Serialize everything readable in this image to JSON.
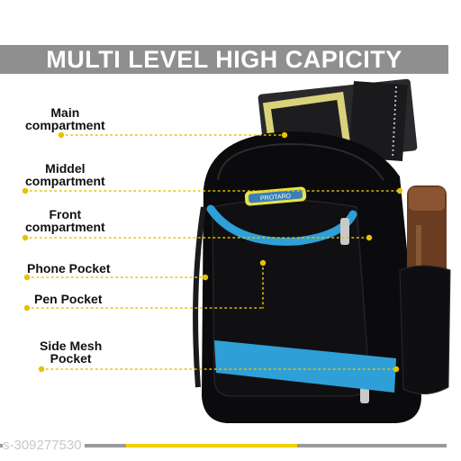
{
  "banner": {
    "title": "MULTI LEVEL HIGH CAPICITY"
  },
  "labels": {
    "main": [
      "Main",
      "compartment"
    ],
    "middle": [
      "Middel",
      "compartment"
    ],
    "front": [
      "Front",
      "compartment"
    ],
    "phone": [
      "Phone Pocket"
    ],
    "pen": [
      "Pen Pocket"
    ],
    "side_mesh": [
      "Side Mesh",
      "Pocket"
    ]
  },
  "bag": {
    "brand_patch": "PROTARO"
  },
  "watermark": "s-309277530",
  "colors": {
    "banner": "#8f8f8f",
    "bag_body": "#0b0b0d",
    "accent_blue": "#2f9fd8",
    "guide_dots": "#e6c200",
    "patch": "#e9e24a"
  }
}
